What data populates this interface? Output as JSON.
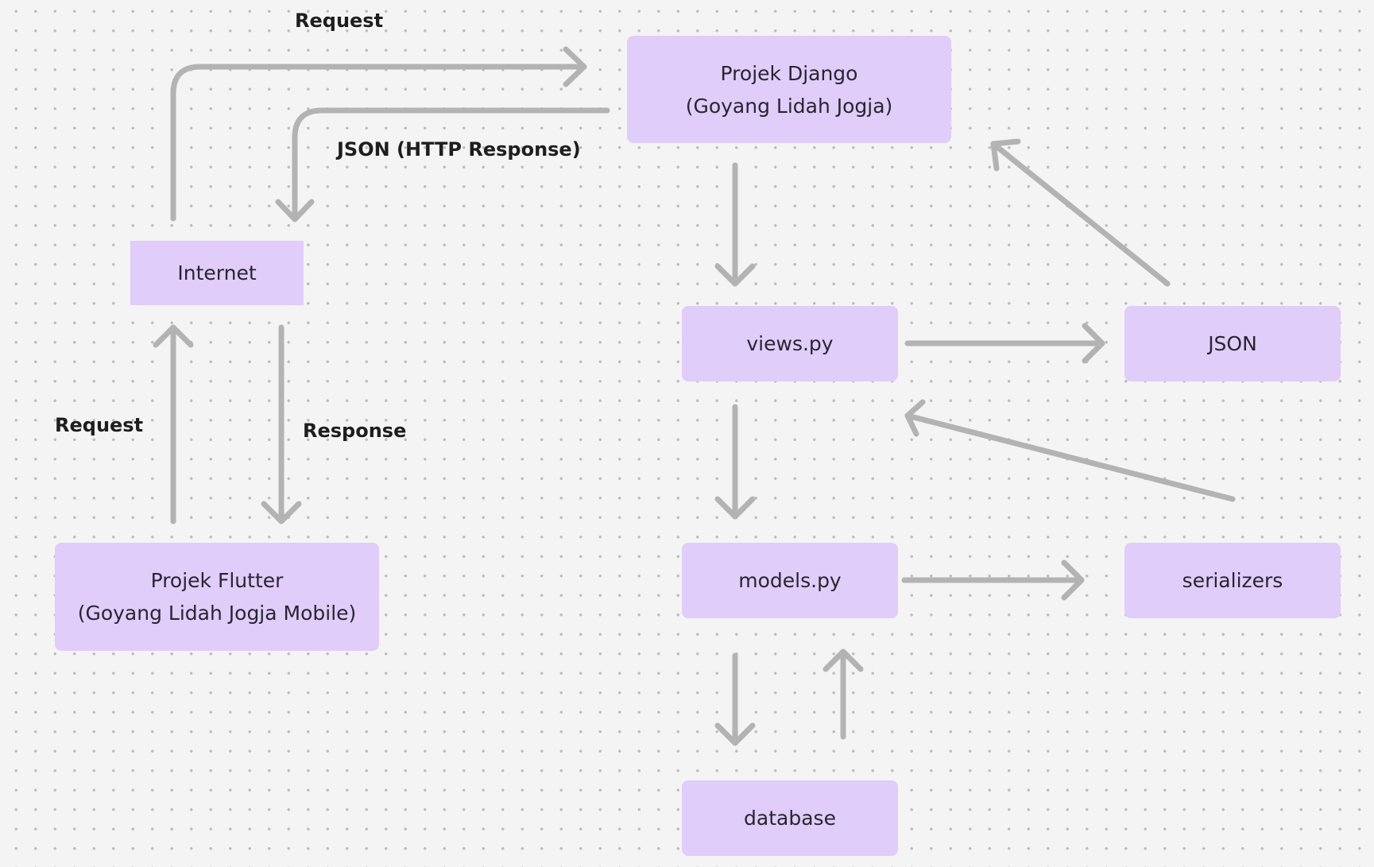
{
  "nodes": {
    "django": {
      "line1": "Projek Django",
      "line2": "(Goyang Lidah Jogja)"
    },
    "internet": {
      "label": "Internet"
    },
    "flutter": {
      "line1": "Projek Flutter",
      "line2": "(Goyang Lidah Jogja Mobile)"
    },
    "views": {
      "label": "views.py"
    },
    "json": {
      "label": "JSON"
    },
    "models": {
      "label": "models.py"
    },
    "serializers": {
      "label": "serializers"
    },
    "database": {
      "label": "database"
    }
  },
  "edge_labels": {
    "top_request": "Request",
    "json_response": "JSON (HTTP Response)",
    "left_request": "Request",
    "response": "Response"
  },
  "colors": {
    "node_fill": "#e0cdf9",
    "arrow": "#b3b3b3",
    "background": "#f4f4f4"
  }
}
